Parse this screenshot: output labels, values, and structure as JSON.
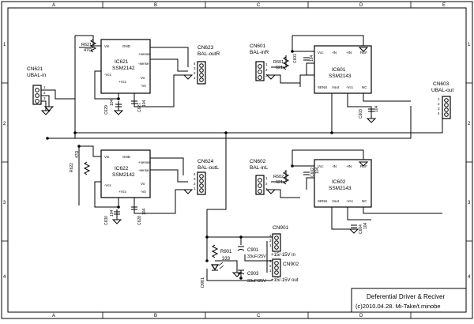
{
  "border": {
    "cols": [
      "A",
      "B",
      "C",
      "D",
      "E"
    ],
    "rows": [
      "1",
      "2",
      "3",
      "4"
    ]
  },
  "title_block": {
    "line1": "Deferential  Driver & Reciver",
    "line2": "(c)2010.04.28.  Mi-Take/t.minobe"
  },
  "connectors": {
    "cn621": {
      "ref": "CN621",
      "name": "UBAL-in",
      "pins": [
        "1",
        "2",
        "3"
      ]
    },
    "cn623": {
      "ref": "CN623",
      "name": "BAL-outR",
      "pins": [
        "4",
        "3",
        "2",
        "1"
      ]
    },
    "cn624": {
      "ref": "CN624",
      "name": "BAL-outL",
      "pins": [
        "4",
        "3",
        "2",
        "1"
      ]
    },
    "cn601": {
      "ref": "CN601",
      "name": "BAL-inR",
      "pins": [
        "1",
        "2",
        "3"
      ]
    },
    "cn602": {
      "ref": "CN602",
      "name": "BAL-inL",
      "pins": [
        "1",
        "2",
        "3"
      ]
    },
    "cn603": {
      "ref": "CN603",
      "name": "UBAL-out",
      "pins": [
        "1",
        "2",
        "3",
        "4"
      ]
    },
    "cn901": {
      "ref": "CN901",
      "pins": [
        "3",
        "2",
        "1"
      ],
      "label": "+15/-15V in"
    },
    "cn902": {
      "ref": "CN902",
      "pins": [
        "3",
        "2",
        "1"
      ],
      "label": "+15/-15V out"
    }
  },
  "ics": {
    "ic621": {
      "ref": "IC621",
      "part": "SSM2142",
      "pins": [
        "Vin",
        "GND",
        "-Vcc",
        "+Vcc",
        "+sense",
        "-sense",
        "Vo",
        "-Vo"
      ]
    },
    "ic622": {
      "ref": "IC622",
      "part": "SSM2142",
      "pins": [
        "Vin",
        "GND",
        "-Vcc",
        "+Vcc",
        "+sense",
        "-sense",
        "Vo",
        "-Vo"
      ]
    },
    "ic601": {
      "ref": "IC601",
      "part": "SSM2143",
      "pins": [
        "Vcc",
        "-IN",
        "+IN",
        "REF",
        "SENS",
        "Vout",
        "-Vcc",
        "NC"
      ]
    },
    "ic602": {
      "ref": "IC602",
      "part": "SSM2143",
      "pins": [
        "Vcc",
        "-IN",
        "+IN",
        "REF",
        "SENS",
        "Vout",
        "-Vcc",
        "NC"
      ]
    }
  },
  "passives": {
    "r621": {
      "ref": "R621",
      "value": "47Ω"
    },
    "r622": {
      "ref": "R622",
      "value": "47Ω"
    },
    "r601": {
      "ref": "R601",
      "value": "621"
    },
    "r602": {
      "ref": "R602",
      "value": "621"
    },
    "r901": {
      "ref": "R901",
      "value": "333"
    },
    "c601": {
      "ref": "C601",
      "value": "104"
    },
    "c602": {
      "ref": "C602",
      "value": "104"
    },
    "c603": {
      "ref": "C603",
      "value": "104"
    },
    "c604": {
      "ref": "C604",
      "value": "104"
    },
    "c627": {
      "ref": "C627",
      "value": "104"
    },
    "c628": {
      "ref": "C628",
      "value": "104"
    },
    "c629": {
      "ref": "C629",
      "value": "104"
    },
    "c630": {
      "ref": "C630",
      "value": "104"
    },
    "c901": {
      "ref": "C901",
      "value": "33uF/25V"
    },
    "c903": {
      "ref": "C903",
      "value": "33uF/25V"
    },
    "d901": {
      "ref": "D901"
    }
  }
}
